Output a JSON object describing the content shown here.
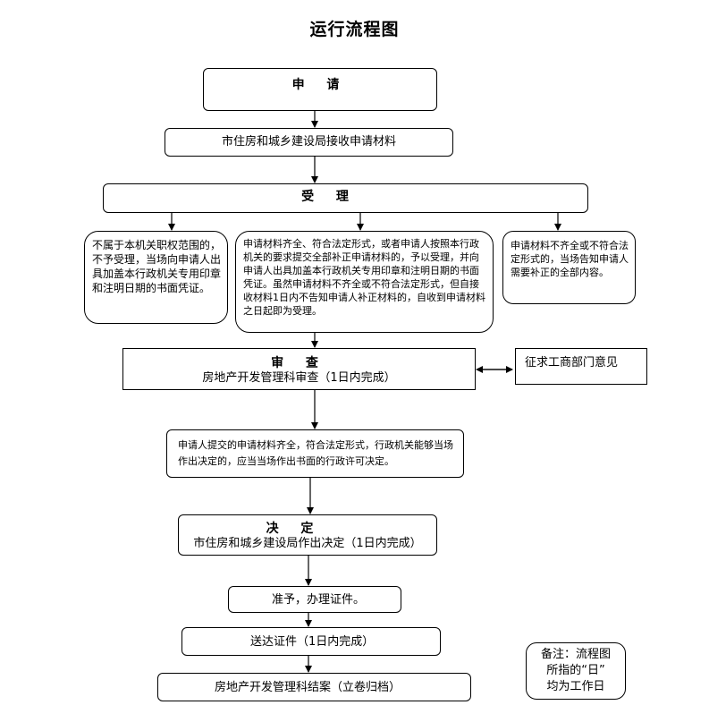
{
  "title": "运行流程图",
  "apply": {
    "label": "申  请"
  },
  "receive": {
    "text": "市住房和城乡建设局接收申请材料"
  },
  "accept": {
    "label": "受  理"
  },
  "not_in_scope": {
    "text": "不属于本机关职权范围的，不予受理，当场向申请人出具加盖本行政机关专用印章和注明日期的书面凭证。"
  },
  "accepted": {
    "text": "申请材料齐全、符合法定形式，或者申请人按照本行政机关的要求提交全部补正申请材料的，予以受理，并向申请人出具加盖本行政机关专用印章和注明日期的书面凭证。虽然申请材料不齐全或不符合法定形式，但自接收材料1日内不告知申请人补正材料的，自收到申请材料之日起即为受理。"
  },
  "incomplete": {
    "text": "申请材料不齐全或不符合法定形式的，当场告知申请人需要补正的全部内容。"
  },
  "review": {
    "label": "审  查",
    "text": "房地产开发管理科审查（1日内完成）"
  },
  "consult": {
    "text": "征求工商部门意见"
  },
  "onsite": {
    "text": "申请人提交的申请材料齐全，符合法定形式，行政机关能够当场作出决定的，应当当场作出书面的行政许可决定。"
  },
  "decision": {
    "label": "决  定",
    "text": "市住房和城乡建设局作出决定（1日内完成）"
  },
  "approve": {
    "text": "准予，办理证件。"
  },
  "deliver": {
    "text": "送达证件（1日内完成）"
  },
  "close": {
    "text": "房地产开发管理科结案（立卷归档）"
  },
  "note": {
    "line1": "备注：流程图",
    "line2": "所指的“日”",
    "line3": "均为工作日"
  }
}
